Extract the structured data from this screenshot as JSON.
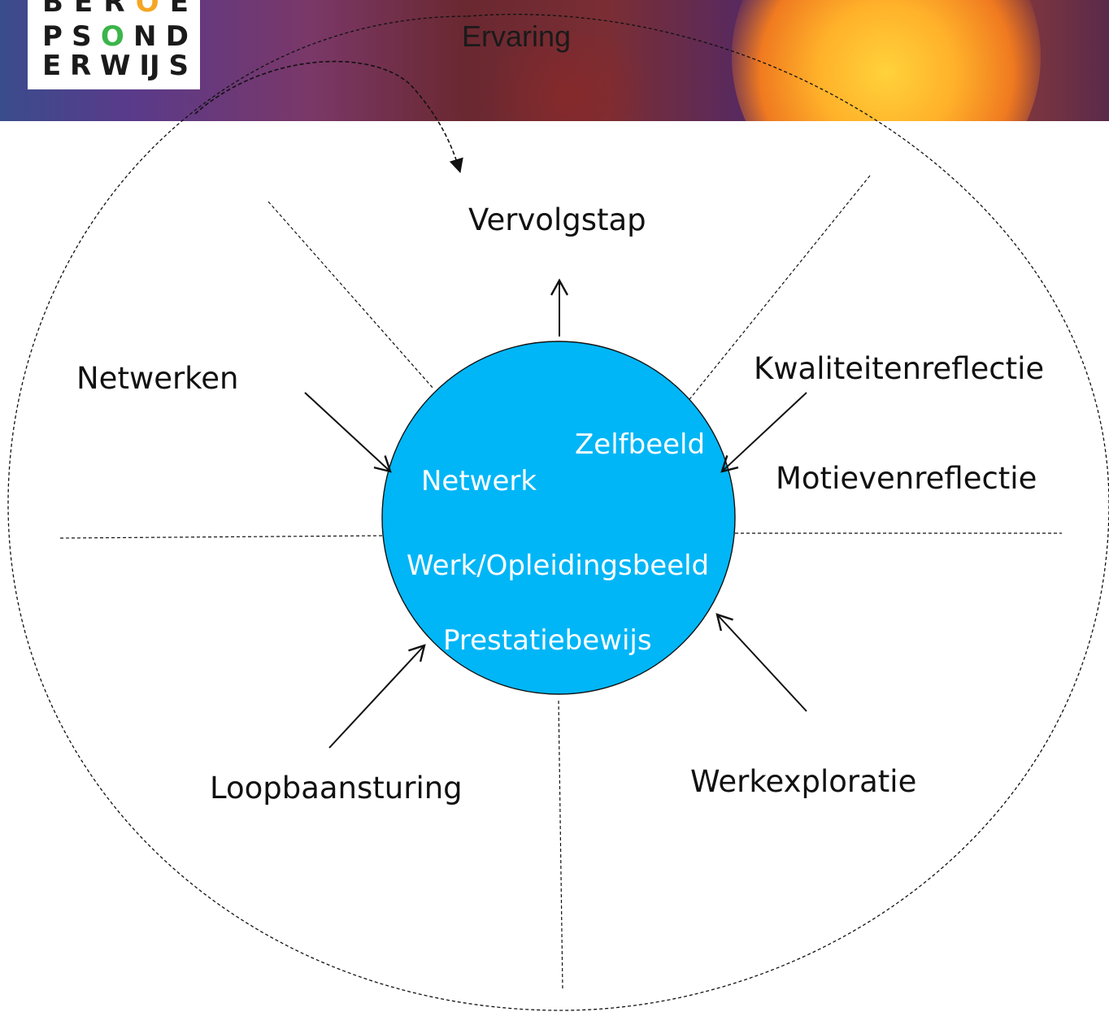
{
  "header": {
    "title": "Ervaring",
    "logo": {
      "rows": [
        [
          "B",
          "E",
          "R",
          "O",
          "E"
        ],
        [
          "P",
          "S",
          "O",
          "N",
          "D"
        ],
        [
          "E",
          "R",
          "W",
          "IJ",
          "S"
        ]
      ],
      "accent_colors": {
        "orange": "#f5a623",
        "green": "#3bb54a"
      }
    }
  },
  "diagram": {
    "top_label": "Vervolgstap",
    "outer_labels": {
      "netwerken": "Netwerken",
      "kwaliteitenreflectie": "Kwaliteitenreflectie",
      "motievenreflectie": "Motievenreflectie",
      "werkexploratie": "Werkexploratie",
      "loopbaansturing": "Loopbaansturing"
    },
    "inner_labels": {
      "zelfbeeld": "Zelfbeeld",
      "netwerk": "Netwerk",
      "werkbeeld": "Werk/Opleidingsbeeld",
      "prestatiebewijs": "Prestatiebewijs"
    },
    "colors": {
      "center_circle": "#00b6f6",
      "line": "#111111"
    }
  }
}
